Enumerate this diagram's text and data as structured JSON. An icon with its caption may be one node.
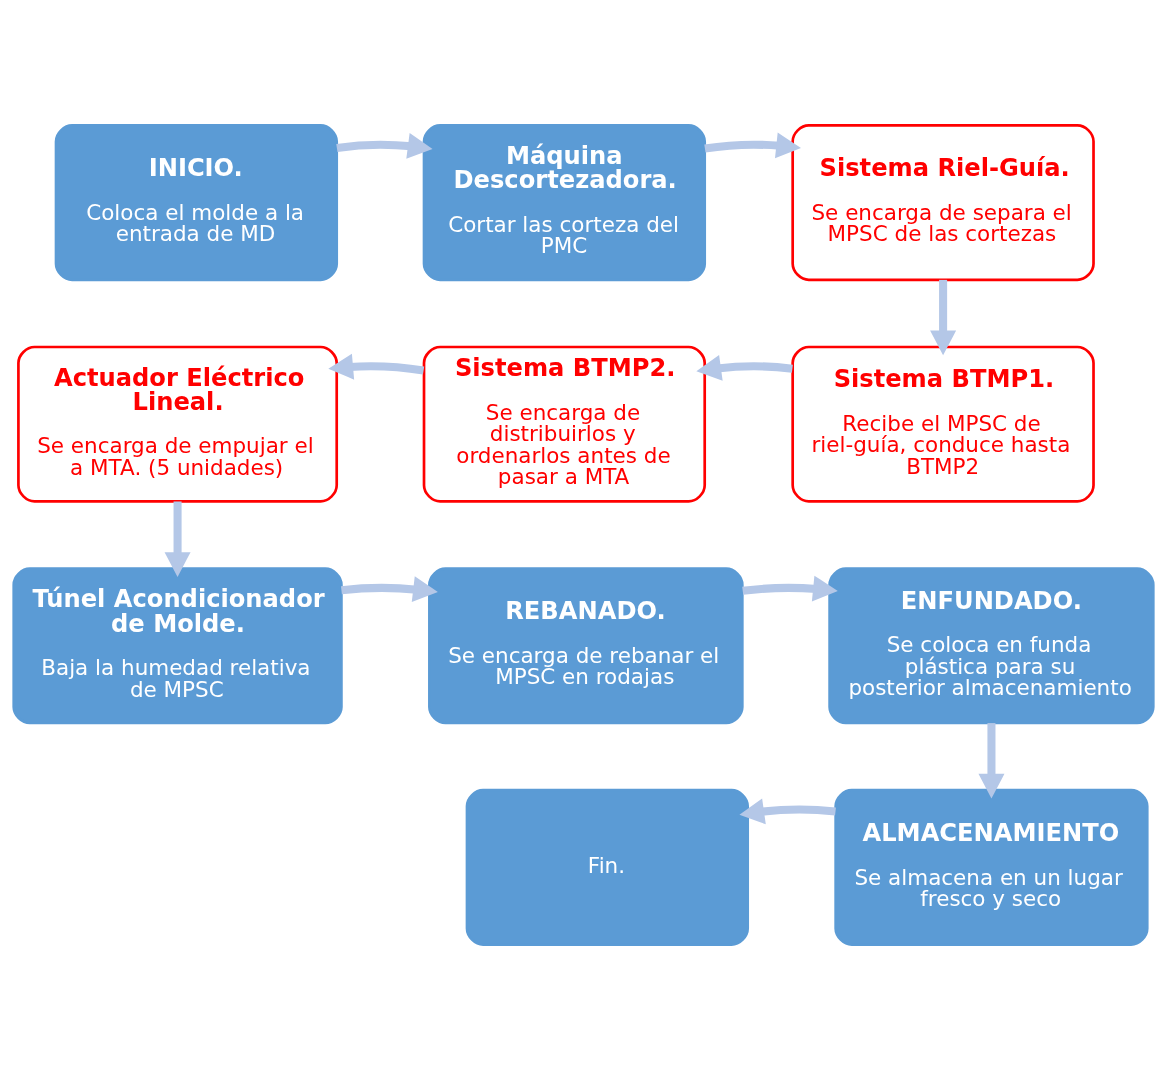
{
  "diagram": {
    "nodes": [
      {
        "text": [
          "INICIO.",
          "Coloca el molde a la entrada de MD"
        ]
      },
      {
        "text": [
          "Máquina Descortezadora.",
          "Cortar las corteza del PMC"
        ]
      },
      {
        "text": [
          "Sistema Riel-Guía.",
          "Se encarga de separa el MPSC de las cortezas"
        ]
      },
      {
        "text": [
          "Sistema BTMP1.",
          "Recibe el MPSC de riel-guía, conduce hasta BTMP2"
        ]
      },
      {
        "text": [
          "Sistema BTMP2.",
          "Se encarga de distribuirlos y ordenarlos antes de pasar a MTA"
        ]
      },
      {
        "text": [
          "Actuador Eléctrico Lineal.",
          "Se encarga de empujar el a MTA. (5 unidades)"
        ]
      },
      {
        "text": [
          "Túnel Acondicionador de Molde.",
          "Baja la humedad relativa de MPSC"
        ]
      },
      {
        "text": [
          "REBANADO.",
          "Se encarga de rebanar el MPSC en rodajas"
        ]
      },
      {
        "text": [
          "ENFUNDADO.",
          "Se coloca en funda plástica para su posterior almacenamiento"
        ]
      },
      {
        "text": [
          "ALMACENAMIENTO",
          "Se almacena en un lugar fresco y seco"
        ]
      },
      {
        "text": [
          "Fin."
        ]
      }
    ],
    "edges": [
      {
        "from": 0,
        "to": 1,
        "arrow": "to"
      },
      {
        "from": 1,
        "to": 2,
        "arrow": "to"
      },
      {
        "from": 2,
        "to": 3,
        "arrow": "to"
      },
      {
        "from": 3,
        "to": 4,
        "arrow": "to"
      },
      {
        "from": 4,
        "to": 5,
        "arrow": "to"
      },
      {
        "from": 5,
        "to": 6,
        "arrow": "to"
      },
      {
        "from": 6,
        "to": 7,
        "arrow": "to"
      },
      {
        "from": 7,
        "to": 8,
        "arrow": "to"
      },
      {
        "from": 8,
        "to": 9,
        "arrow": "to"
      },
      {
        "from": 9,
        "to": 10,
        "arrow": "to"
      }
    ]
  }
}
